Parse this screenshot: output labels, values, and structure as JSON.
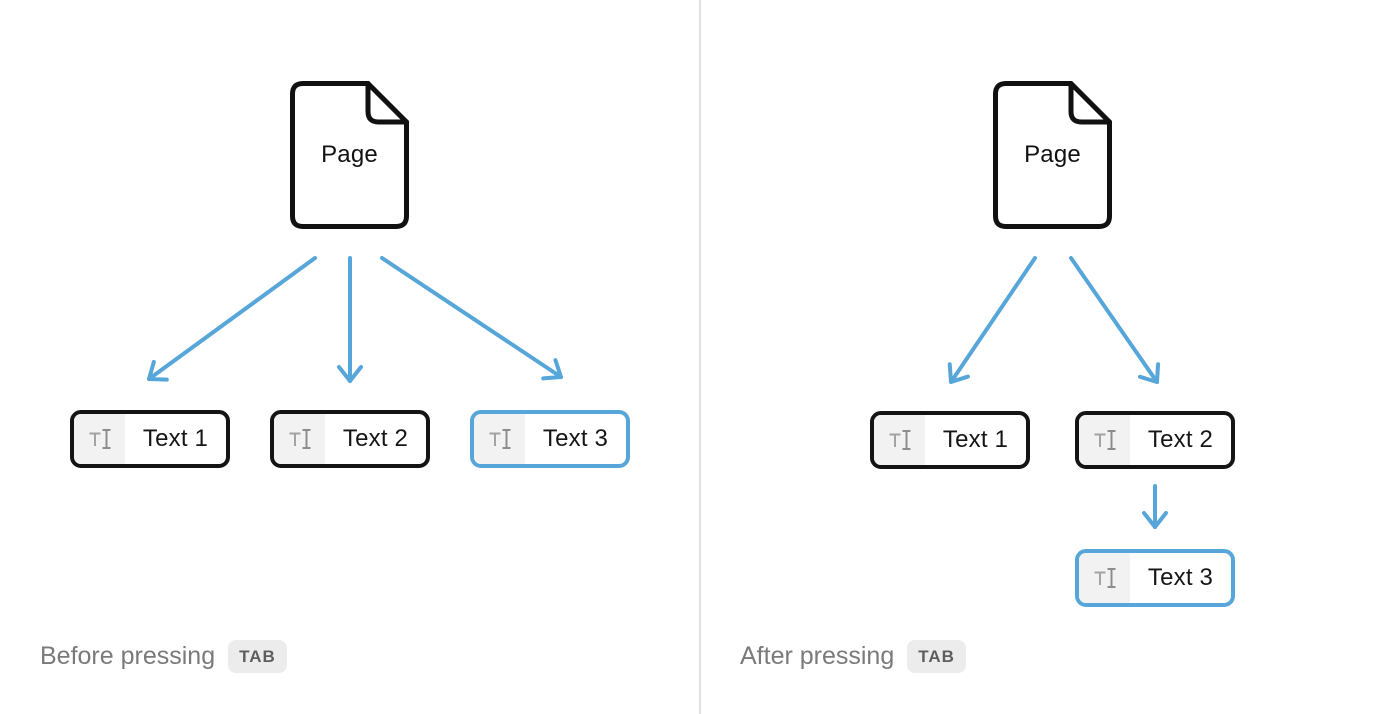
{
  "colors": {
    "accent": "#57a6d9",
    "ink": "#141414",
    "muted_text": "#7a7a7a",
    "key_bg": "#ececec",
    "key_text": "#5e5e5e",
    "icon_cell_bg": "#f2f2f2",
    "icon_gray": "#9a9a9a",
    "divider": "#e1e1e1"
  },
  "before": {
    "page_label": "Page",
    "caption": "Before pressing",
    "key_label": "TAB",
    "blocks": [
      {
        "label": "Text 1",
        "highlighted": false
      },
      {
        "label": "Text 2",
        "highlighted": false
      },
      {
        "label": "Text 3",
        "highlighted": true
      }
    ]
  },
  "after": {
    "page_label": "Page",
    "caption": "After pressing",
    "key_label": "TAB",
    "blocks": [
      {
        "label": "Text 1",
        "highlighted": false
      },
      {
        "label": "Text 2",
        "highlighted": false
      },
      {
        "label": "Text 3",
        "highlighted": true
      }
    ]
  }
}
